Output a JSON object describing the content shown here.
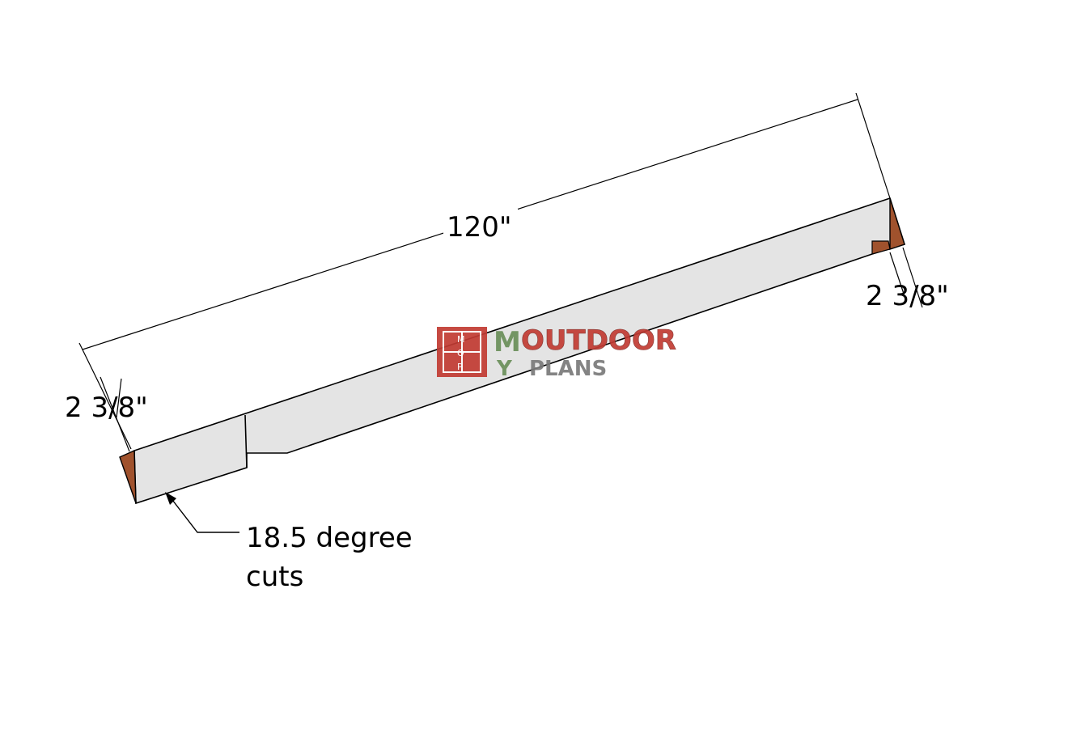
{
  "dimensions": {
    "overall_length": "120\"",
    "left_end_width": "2 3/8\"",
    "right_end_width": "2 3/8\""
  },
  "annotation": {
    "line1": "18.5 degree",
    "line2": "cuts"
  },
  "logo": {
    "emblem_letters": [
      "M",
      "O",
      "P"
    ],
    "word_m": "M",
    "word_outdoor": "OUTDOOR",
    "word_y": "Y",
    "word_plans": "PLANS"
  },
  "colors": {
    "board_face": "#e4e4e4",
    "cut_end": "#a0522d",
    "line": "#000000",
    "logo_red": "#c23b33",
    "logo_green": "#6a8f5a",
    "logo_grey": "#7a7a7a"
  }
}
